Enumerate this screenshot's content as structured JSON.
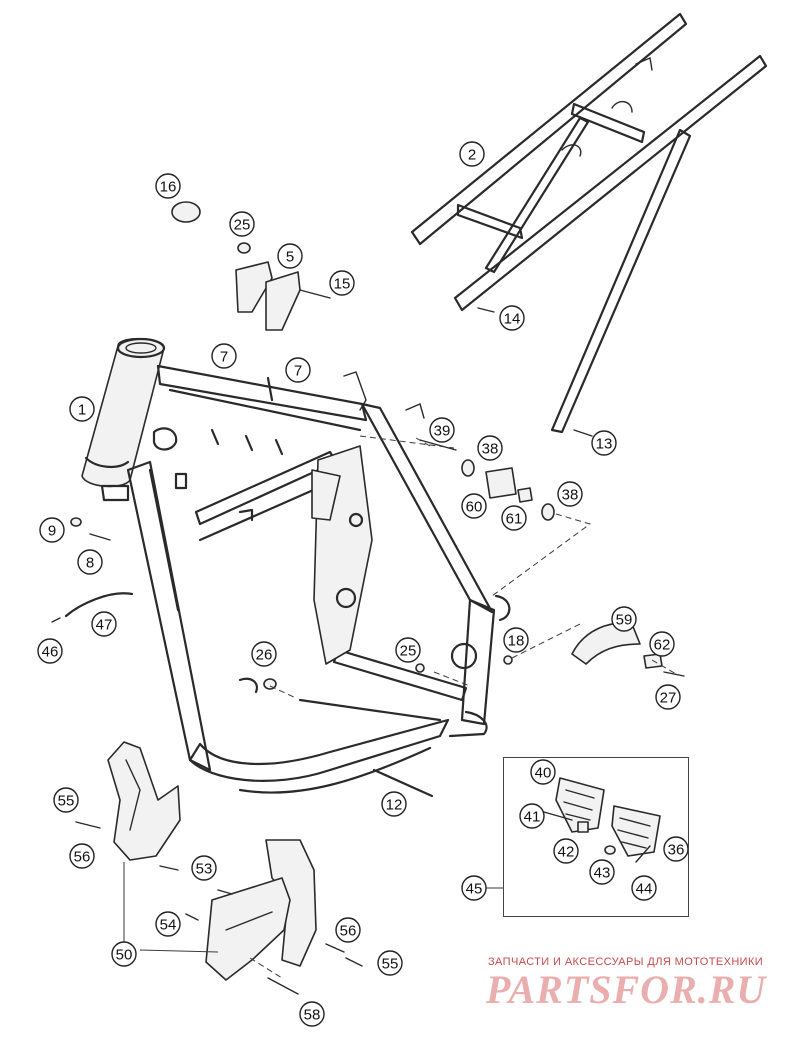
{
  "callouts": [
    {
      "n": "1"
    },
    {
      "n": "2"
    },
    {
      "n": "5"
    },
    {
      "n": "7"
    },
    {
      "n": "7"
    },
    {
      "n": "8"
    },
    {
      "n": "9"
    },
    {
      "n": "12"
    },
    {
      "n": "13"
    },
    {
      "n": "14"
    },
    {
      "n": "15"
    },
    {
      "n": "16"
    },
    {
      "n": "18"
    },
    {
      "n": "25"
    },
    {
      "n": "25"
    },
    {
      "n": "26"
    },
    {
      "n": "27"
    },
    {
      "n": "36"
    },
    {
      "n": "38"
    },
    {
      "n": "38"
    },
    {
      "n": "39"
    },
    {
      "n": "40"
    },
    {
      "n": "41"
    },
    {
      "n": "42"
    },
    {
      "n": "43"
    },
    {
      "n": "44"
    },
    {
      "n": "45"
    },
    {
      "n": "46"
    },
    {
      "n": "47"
    },
    {
      "n": "50"
    },
    {
      "n": "53"
    },
    {
      "n": "54"
    },
    {
      "n": "55"
    },
    {
      "n": "55"
    },
    {
      "n": "56"
    },
    {
      "n": "56"
    },
    {
      "n": "58"
    },
    {
      "n": "59"
    },
    {
      "n": "60"
    },
    {
      "n": "61"
    },
    {
      "n": "62"
    }
  ],
  "watermark": {
    "caption": "ЗАПЧАСТИ И АКСЕССУАРЫ ДЛЯ МОТОТЕХНИКИ",
    "logo": "PARTSFOR.RU"
  }
}
